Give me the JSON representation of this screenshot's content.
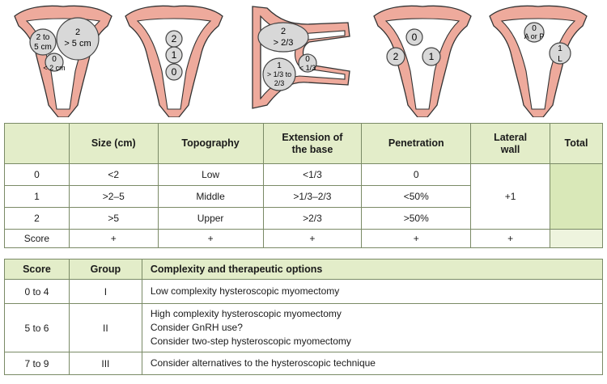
{
  "diagrams": {
    "fig1": {
      "large": [
        "2",
        "> 5 cm"
      ],
      "medium": [
        "2 to",
        "5 cm"
      ],
      "small": [
        "0",
        "< 2 cm"
      ]
    },
    "fig2": {
      "top": "2",
      "mid": "1",
      "bottom": "0"
    },
    "fig3": {
      "upper": [
        "2",
        "> 2/3"
      ],
      "lower": [
        "1",
        "> 1/3 to",
        "2/3"
      ],
      "small": [
        "0",
        "< 1/3"
      ]
    },
    "fig4": {
      "top": "0",
      "left": "2",
      "right": "1"
    },
    "fig5": {
      "upper": [
        "0",
        "A or P"
      ],
      "lower": "1",
      "lower2": "L"
    }
  },
  "score_table": {
    "headers": [
      "",
      "Size (cm)",
      "Topography",
      "Extension of\nthe base",
      "Penetration",
      "Lateral\nwall",
      "Total"
    ],
    "rows": [
      [
        "0",
        "<2",
        "Low",
        "<1/3",
        "0"
      ],
      [
        "1",
        ">2–5",
        "Middle",
        ">1/3–2/3",
        "<50%"
      ],
      [
        "2",
        ">5",
        "Upper",
        ">2/3",
        ">50%"
      ]
    ],
    "lateral_value": "+1",
    "score_row": [
      "Score",
      "+",
      "+",
      "+",
      "+",
      "+"
    ]
  },
  "group_table": {
    "headers": [
      "Score",
      "Group",
      "Complexity and therapeutic options"
    ],
    "rows": [
      {
        "score": "0 to 4",
        "group": "I",
        "options": [
          "Low complexity hysteroscopic myomectomy"
        ]
      },
      {
        "score": "5 to 6",
        "group": "II",
        "options": [
          "High complexity hysteroscopic myomectomy",
          "Consider GnRH use?",
          "Consider two-step hysteroscopic myomectomy"
        ]
      },
      {
        "score": "7 to 9",
        "group": "III",
        "options": [
          "Consider alternatives to the hysteroscopic technique"
        ]
      }
    ]
  }
}
